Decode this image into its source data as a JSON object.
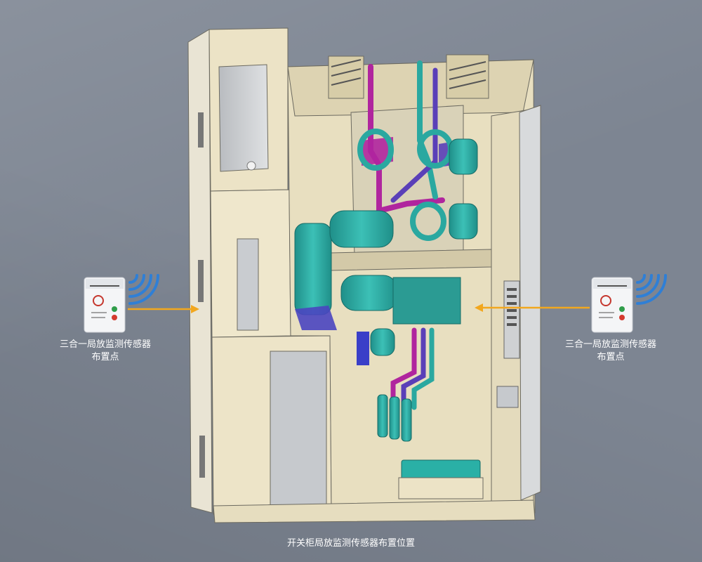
{
  "sensor_left": {
    "line1": "三合一局放监测传感器",
    "line2": "布置点"
  },
  "sensor_right": {
    "line1": "三合一局放监测传感器",
    "line2": "布置点"
  },
  "caption": "开关柜局放监测传感器布置位置",
  "colors": {
    "background": "#7d8592",
    "cabinet_panel": "#ece3c6",
    "teal_component": "#2aa8a0",
    "busbar_magenta": "#b0259e",
    "busbar_purple": "#5a3fb8",
    "arrow": "#f2a71e",
    "wifi": "#2f7fd6"
  },
  "icons": [
    "wifi-signal-icon",
    "sensor-device-icon",
    "arrow-right-icon",
    "arrow-left-icon"
  ]
}
